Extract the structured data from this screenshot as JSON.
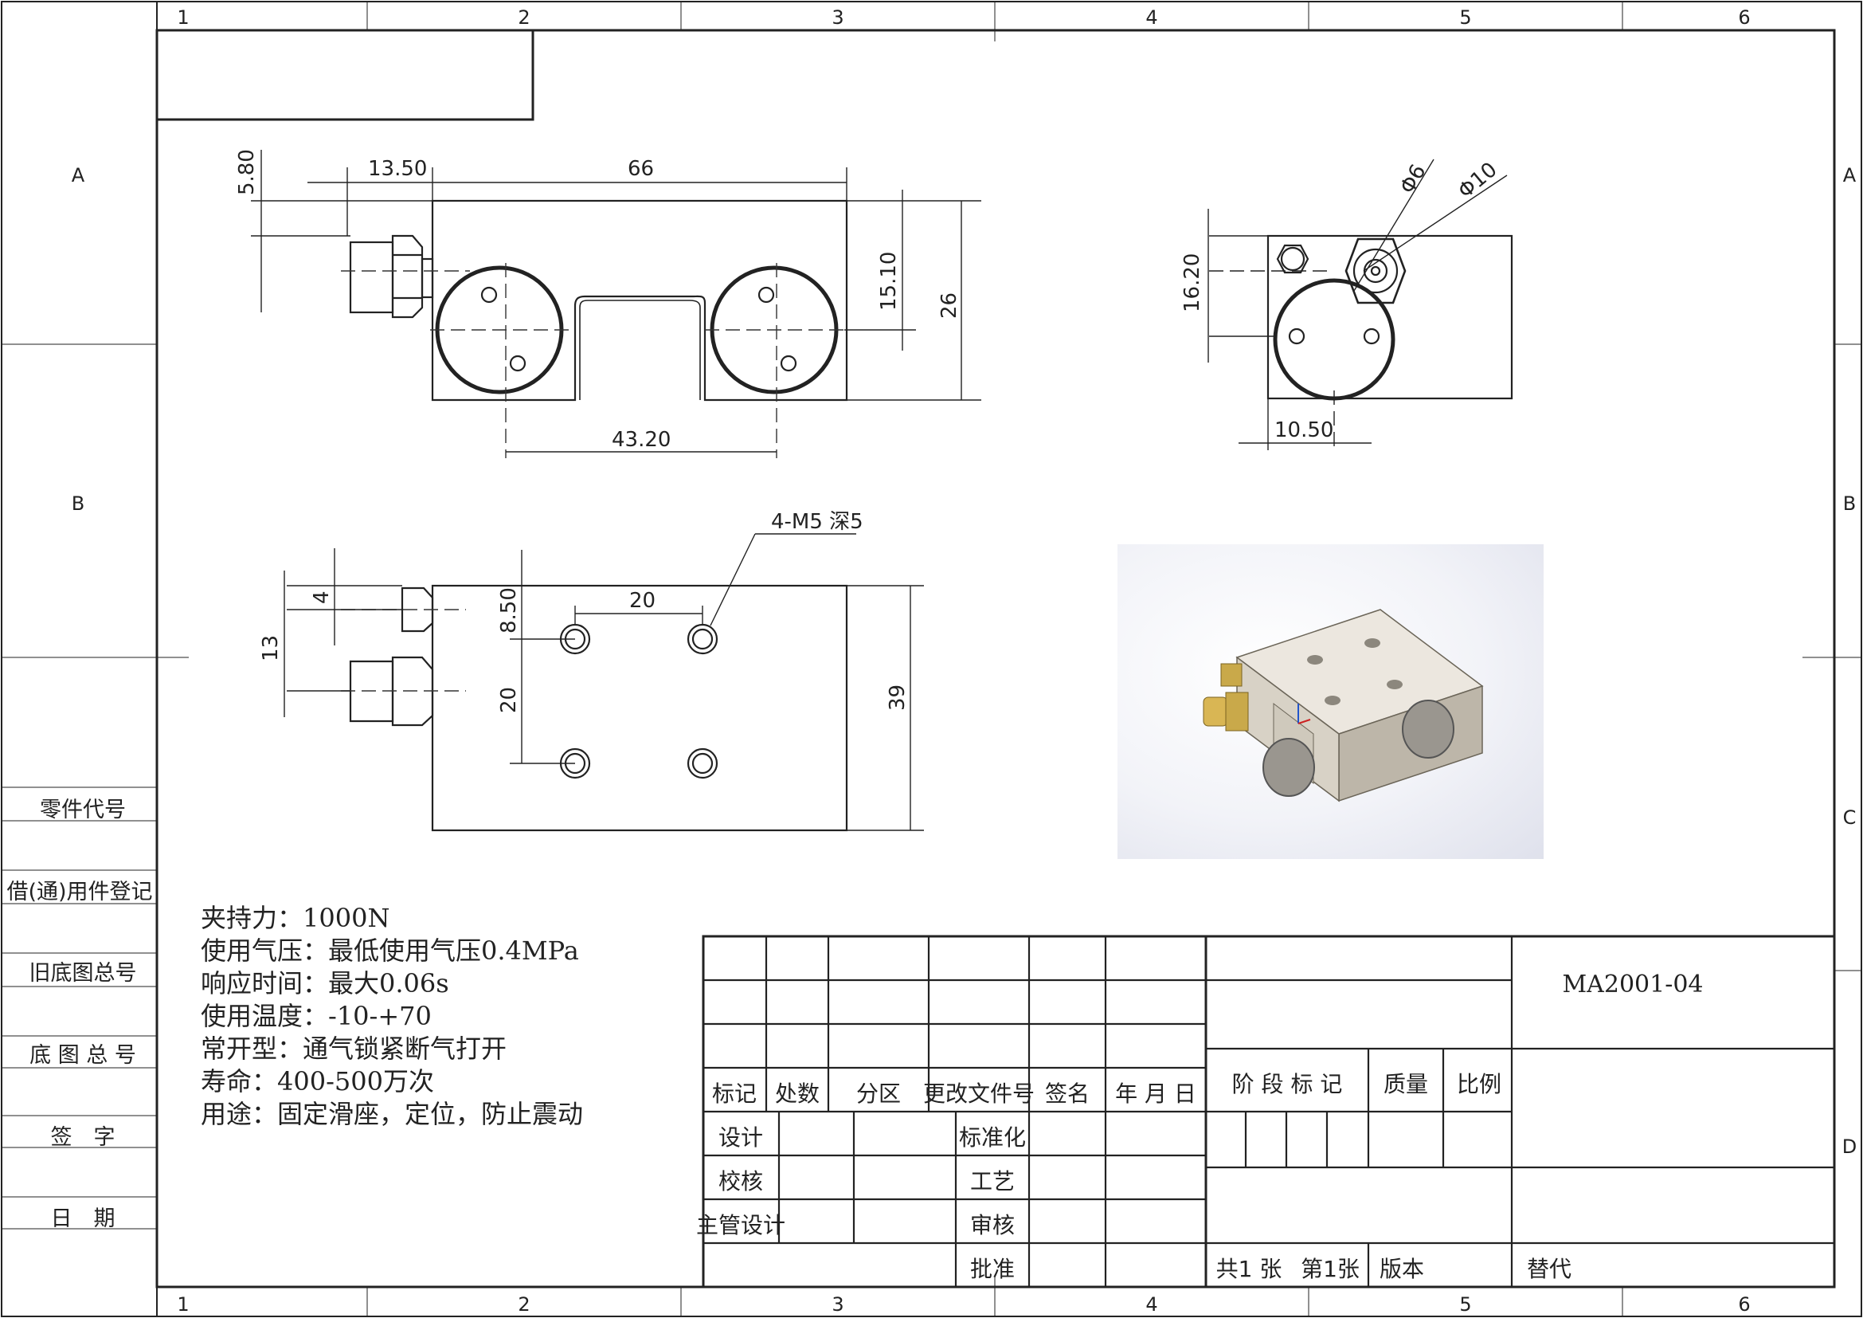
{
  "border": {
    "col_labels": [
      "1",
      "2",
      "3",
      "4",
      "5",
      "6"
    ],
    "row_labels": [
      "A",
      "B",
      "C",
      "D"
    ]
  },
  "side_table": [
    "零件代号",
    "借(通)用件登记",
    "旧底图总号",
    "底 图 总 号",
    "签　字",
    "日　期"
  ],
  "dimensions": {
    "front": [
      "5.80",
      "13.50",
      "66",
      "15.10",
      "26",
      "43.20"
    ],
    "side": [
      "16.20",
      "10.50"
    ],
    "dia_small": "Φ6",
    "dia_large": "Φ10",
    "top": [
      "4",
      "13",
      "8.50",
      "20",
      "20",
      "39"
    ],
    "hole_callout": "4-M5 深5"
  },
  "notes": [
    "夹持力：1000N",
    "使用气压：最低使用气压0.4MPa",
    "响应时间：最大0.06s",
    "使用温度：-10-+70",
    "常开型：通气锁紧断气打开",
    "寿命：400-500万次",
    "用途：固定滑座，定位，防止震动"
  ],
  "title_block": {
    "drawing_number": "MA2001-04",
    "rev_headers": [
      "标记",
      "处数",
      "分区",
      "更改文件号",
      "签名",
      "年 月 日"
    ],
    "sign_left": [
      "设计",
      "校核",
      "主管设计"
    ],
    "sign_right": [
      "标准化",
      "工艺",
      "审核",
      "批准"
    ],
    "stage_headers": [
      "阶 段 标 记",
      "质量",
      "比例"
    ],
    "sheets_total": "共1 张",
    "sheet_number": "第1张",
    "version": "版本",
    "replaces": "替代"
  },
  "colors": {
    "line": "#222222",
    "part_metal": "#d8d2c6",
    "fitting_gold": "#c9a94a"
  }
}
